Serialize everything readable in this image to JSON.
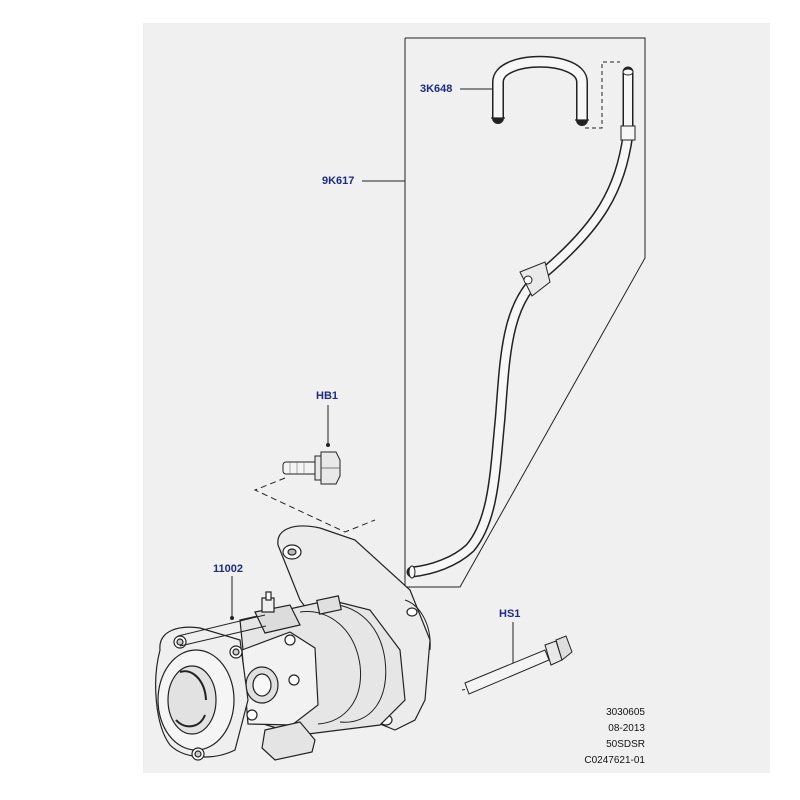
{
  "callouts": {
    "hose_3k648": "3K648",
    "tube_9k617": "9K617",
    "bolt_hb1": "HB1",
    "starter_11002": "11002",
    "bolt_hs1": "HS1"
  },
  "reference": {
    "line1": "3030605",
    "line2": "08-2013",
    "line3": "50SDSR",
    "line4": "C0247621-01"
  },
  "colors": {
    "callout_text": "#1c2a8c",
    "line": "#222222",
    "panel": "#f0f0f0"
  }
}
